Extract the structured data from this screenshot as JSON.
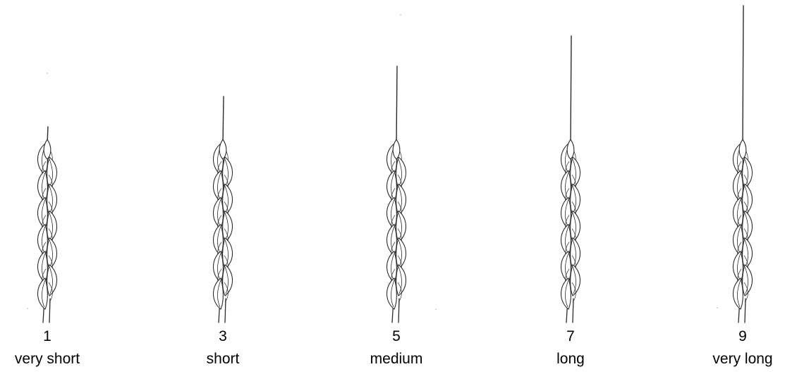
{
  "colors": {
    "ink": "#2b2b2b",
    "fill": "#ffffff",
    "text": "#000000"
  },
  "notes": [
    {
      "score": "1",
      "label": "very short",
      "awn_level": 1
    },
    {
      "score": "3",
      "label": "short",
      "awn_level": 3
    },
    {
      "score": "5",
      "label": "medium",
      "awn_level": 5
    },
    {
      "score": "7",
      "label": "long",
      "awn_level": 7
    },
    {
      "score": "9",
      "label": "very long",
      "awn_level": 9
    }
  ]
}
